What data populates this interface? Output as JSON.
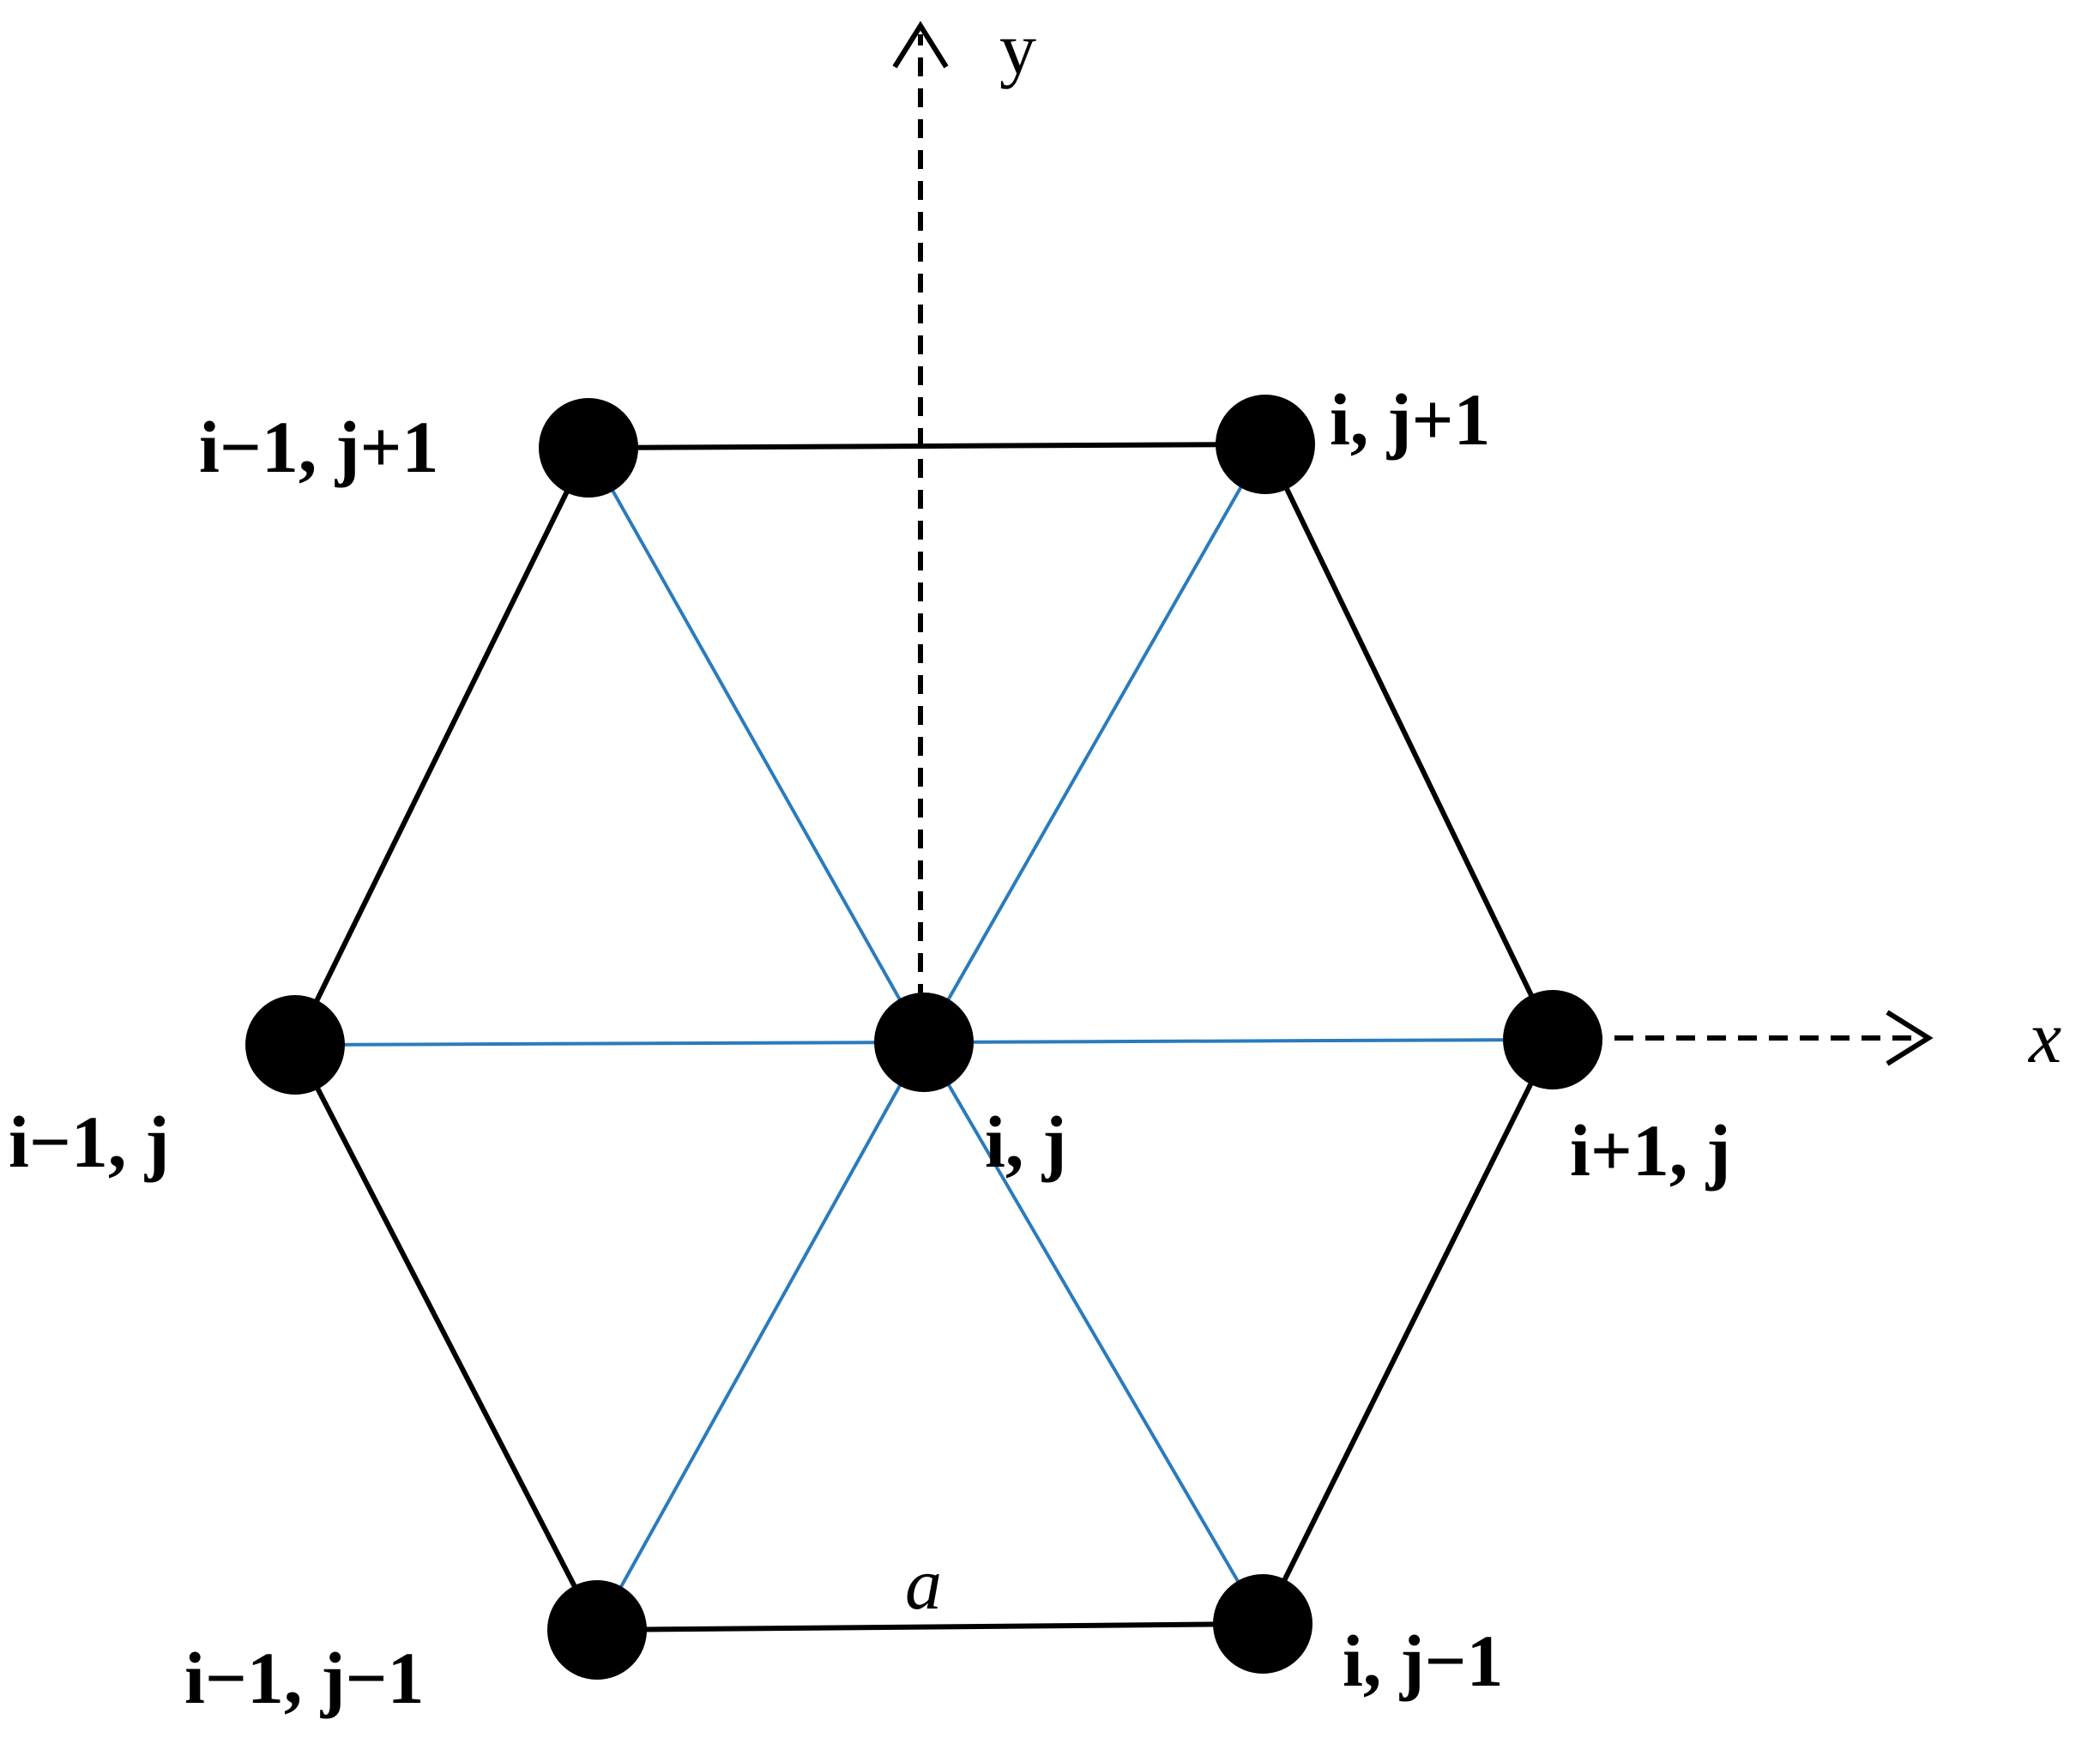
{
  "axes": {
    "y_label": "y",
    "x_label": "x"
  },
  "nodes": [
    {
      "id": "center",
      "label": "i, j"
    },
    {
      "id": "left",
      "label": "i−1, j"
    },
    {
      "id": "right",
      "label": "i+1, j"
    },
    {
      "id": "upper-left",
      "label": "i−1, j+1"
    },
    {
      "id": "upper-right",
      "label": "i, j+1"
    },
    {
      "id": "lower-left",
      "label": "i−1, j−1"
    },
    {
      "id": "lower-right",
      "label": "i, j−1"
    }
  ],
  "edge_label": "a",
  "colors": {
    "hexagon_edges": "#000000",
    "spokes": "#2a7bbd",
    "nodes": "#000000",
    "axes": "#000000"
  }
}
